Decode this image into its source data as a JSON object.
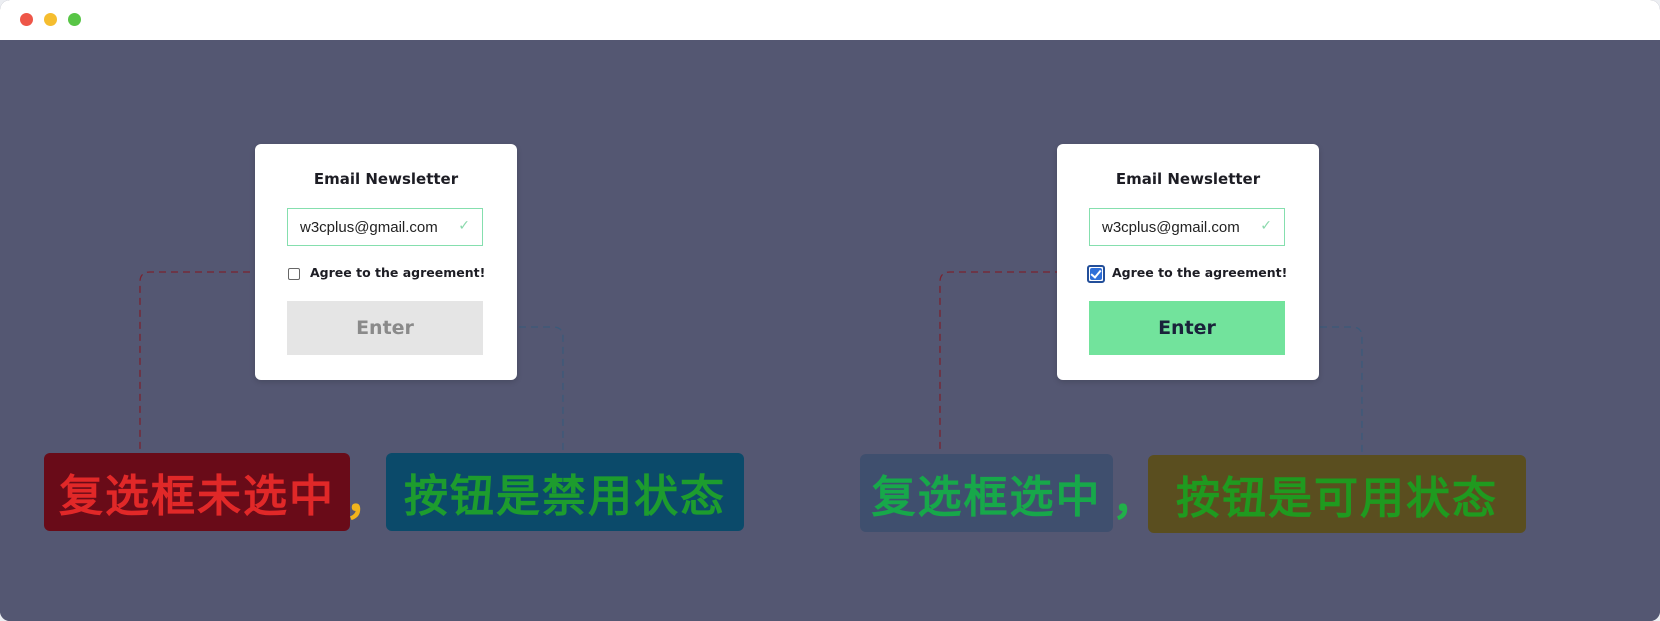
{
  "window": {
    "controls": [
      "close-dot",
      "minimize-dot",
      "zoom-dot"
    ],
    "colors": {
      "close": "#ee5648",
      "minimize": "#f5bd2f",
      "zoom": "#58c546",
      "background": "#545772"
    }
  },
  "left_card": {
    "title": "Email Newsletter",
    "email_value": "w3cplus@gmail.com",
    "valid_mark": "✓",
    "checkbox_checked": false,
    "agree_label": "Agree to the agreement!",
    "button_label": "Enter",
    "button_state": "disabled"
  },
  "right_card": {
    "title": "Email Newsletter",
    "email_value": "w3cplus@gmail.com",
    "valid_mark": "✓",
    "checkbox_checked": true,
    "agree_label": "Agree to the agreement!",
    "button_label": "Enter",
    "button_state": "enabled"
  },
  "annotations": {
    "left_checkbox": {
      "text": "复选框未选中",
      "color": "#e12828",
      "background": "#690b18"
    },
    "left_comma": {
      "text": "，",
      "color": "#f0b41c"
    },
    "left_button": {
      "text": "按钮是禁用状态",
      "color": "#1d9c2e",
      "background": "#0b4a6a"
    },
    "right_checkbox": {
      "text": "复选框选中",
      "color": "#17a84a",
      "background": "#3f4f6e"
    },
    "right_comma": {
      "text": "，",
      "color": "#22b04a"
    },
    "right_button": {
      "text": "按钮是可用状态",
      "color": "#1f9a1f",
      "background": "#5a4e1f"
    }
  },
  "connector_colors": {
    "checkbox": "#7a2330",
    "button": "#3b5a7a"
  }
}
